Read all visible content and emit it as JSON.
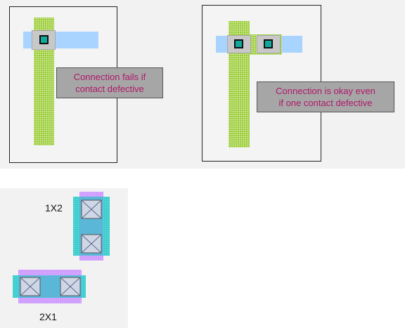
{
  "notes": {
    "single_line1": "Connection fails if",
    "single_line2": "contact defective",
    "double_line1": "Connection is okay even",
    "double_line2": "if one contact defective"
  },
  "arrays": {
    "label_1x2": "1X2",
    "label_2x1": "2X1"
  },
  "colors": {
    "poly": "#99cc33",
    "metal": "#a8d4ff",
    "contact": "#12a89c",
    "note_text": "#b0186a",
    "cell_purple": "#cc99ff",
    "cell_teal": "#33cccc"
  }
}
